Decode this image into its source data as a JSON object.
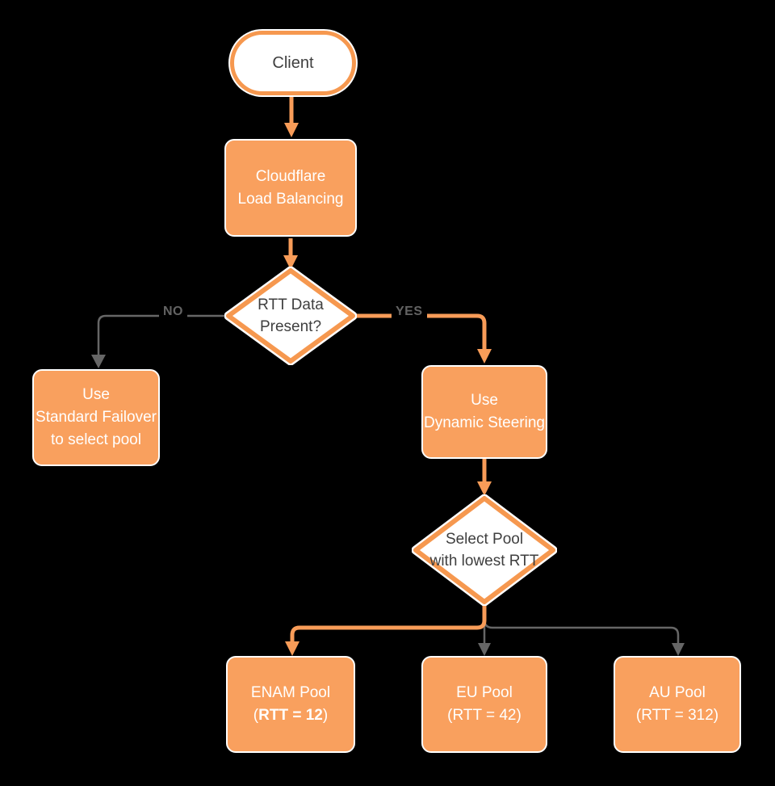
{
  "colors": {
    "background": "#000000",
    "node_fill_orange": "#F9A05E",
    "shape_stroke_orange": "#F6984F",
    "connector_orange": "#F89C58",
    "connector_gray": "#666666",
    "edge_label_gray": "#636363",
    "dark_text": "#3F3F3F",
    "light_text": "#FFFFFF"
  },
  "nodes": {
    "client": {
      "label": "Client"
    },
    "load_balancer": {
      "line1": "Cloudflare",
      "line2": "Load Balancing"
    },
    "rtt_decision": {
      "line1": "RTT Data",
      "line2": "Present?"
    },
    "standard_failover": {
      "line1": "Use",
      "line2": "Standard Failover",
      "line3": "to select pool"
    },
    "dynamic_steering": {
      "line1": "Use",
      "line2": "Dynamic Steering"
    },
    "pool_decision": {
      "line1": "Select Pool",
      "line2": "with lowest RTT"
    },
    "pools": [
      {
        "line1": "ENAM Pool",
        "open": "(",
        "rtt": "RTT = 12",
        "close": ")"
      },
      {
        "line1": "EU Pool",
        "open": "(",
        "rtt": "RTT = 42",
        "close": ")"
      },
      {
        "line1": "AU Pool",
        "open": "(",
        "rtt": "RTT = 312",
        "close": ")"
      }
    ]
  },
  "edges": {
    "no_label": "NO",
    "yes_label": "YES"
  }
}
